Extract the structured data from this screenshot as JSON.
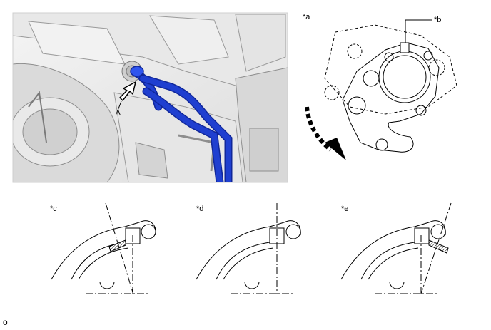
{
  "labels": {
    "photo_callout": "A",
    "fig_a": "*a",
    "fig_b": "*b",
    "fig_c": "*c",
    "fig_d": "*d",
    "fig_e": "*e",
    "footer_code": "o"
  },
  "colors": {
    "hose": "#1f3fd0",
    "hose_dark": "#10279a",
    "line": "#000000",
    "background": "#ffffff"
  }
}
